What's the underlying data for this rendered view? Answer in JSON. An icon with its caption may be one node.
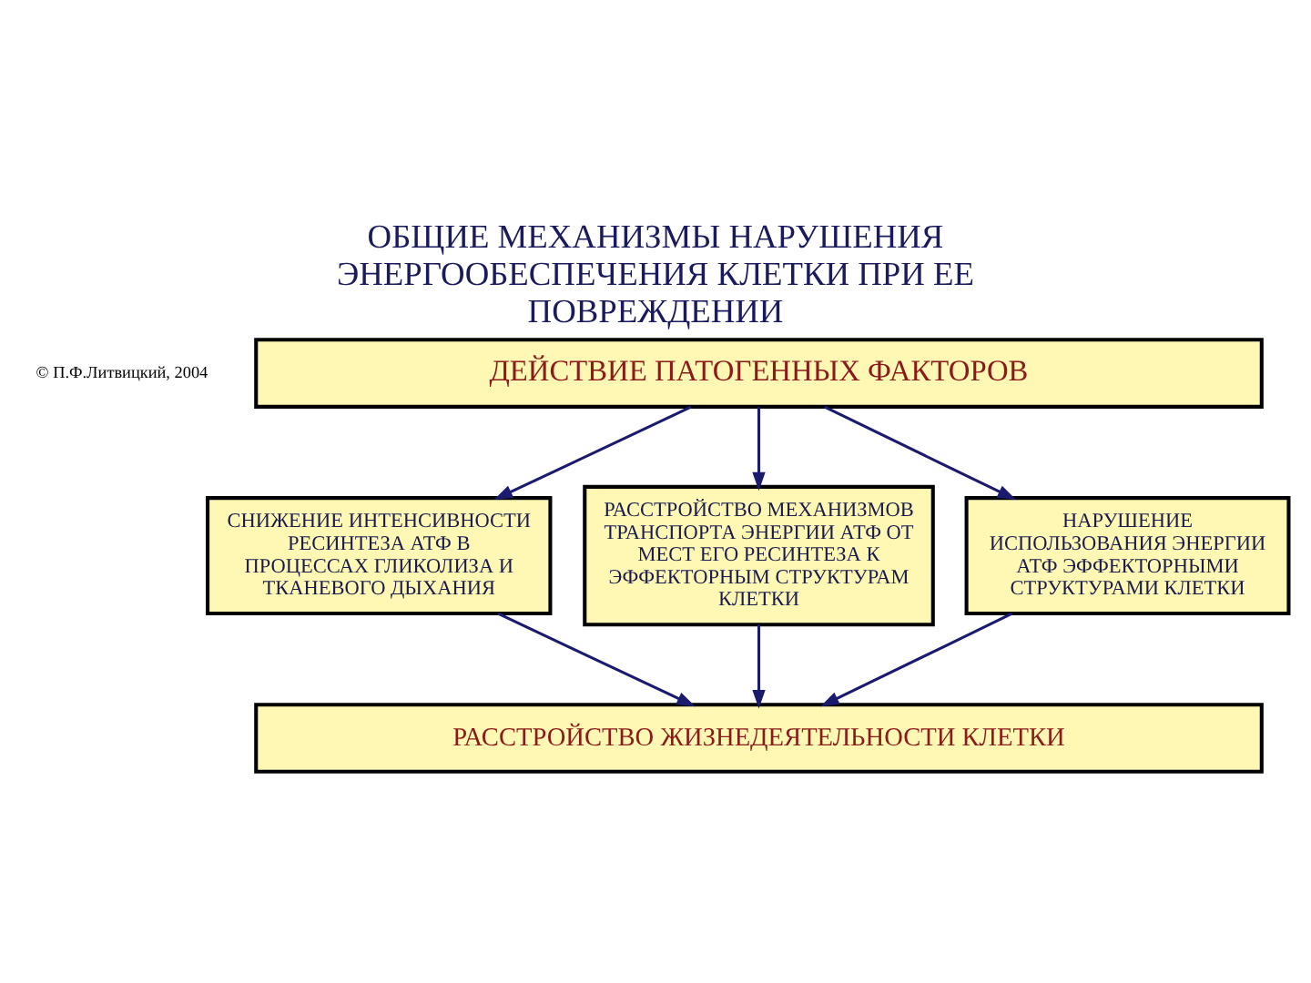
{
  "diagram": {
    "title": "ОБЩИЕ МЕХАНИЗМЫ НАРУШЕНИЯ ЭНЕРГООБЕСПЕЧЕНИЯ КЛЕТКИ ПРИ ЕЕ ПОВРЕЖДЕНИИ",
    "nodes": [
      {
        "text": [
          "ДЕЙСТВИЕ ПАТОГЕННЫХ ФАКТОРОВ"
        ]
      },
      {
        "text": [
          "СНИЖЕНИЕ ИНТЕНСИВНОСТИ РЕСИНТЕЗА АТФ В ПРОЦЕССАХ ГЛИКОЛИЗА И ТКАНЕВОГО ДЫХАНИЯ"
        ]
      },
      {
        "text": [
          "РАССТРОЙСТВО МЕХАНИЗМОВ ТРАНСПОРТА ЭНЕРГИИ АТФ ОТ МЕСТ ЕГО РЕСИНТЕЗА К ЭФФЕКТОРНЫМ СТРУКТУРАМ КЛЕТКИ"
        ]
      },
      {
        "text": [
          "НАРУШЕНИЕ ИСПОЛЬЗОВАНИЯ ЭНЕРГИИ АТФ ЭФФЕКТОРНЫМИ СТРУКТУРАМИ КЛЕТКИ"
        ]
      },
      {
        "text": [
          "РАССТРОЙСТВО ЖИЗНЕДЕЯТЕЛЬНОСТИ КЛЕТКИ"
        ]
      }
    ],
    "edges": [
      {
        "from": 0,
        "to": 1,
        "arrow": "to"
      },
      {
        "from": 0,
        "to": 2,
        "arrow": "to"
      },
      {
        "from": 0,
        "to": 3,
        "arrow": "to"
      },
      {
        "from": 1,
        "to": 4,
        "arrow": "to"
      },
      {
        "from": 2,
        "to": 4,
        "arrow": "to"
      },
      {
        "from": 3,
        "to": 4,
        "arrow": "to"
      }
    ],
    "labels": [
      "© П.Ф.Литвицкий, 2004"
    ]
  }
}
